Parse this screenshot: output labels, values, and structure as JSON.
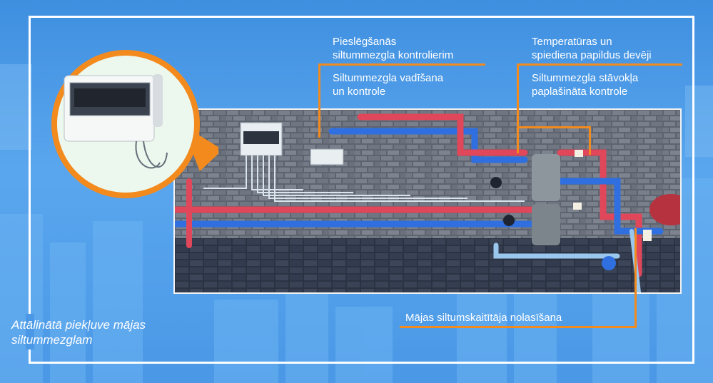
{
  "callouts": {
    "connection": {
      "line1": "Pieslēgšanās",
      "line2": "siltummezgla kontrolierim"
    },
    "control": {
      "line1": "Siltummezgla vadīšana",
      "line2": "un kontrole"
    },
    "sensors": {
      "line1": "Temperatūras un",
      "line2": "spiediena papildus devēji"
    },
    "extended": {
      "line1": "Siltummezgla stāvokļa",
      "line2": "paplašināta kontrole"
    },
    "meter": {
      "line1": "Mājas siltumskaitītāja nolasīšana"
    }
  },
  "caption": {
    "line1": "Attālinātā piekļuve mājas",
    "line2": "siltummezglam"
  },
  "colors": {
    "accent": "#f28a1e",
    "hot_pipe": "#e0475a",
    "cold_pipe": "#2f6fe0",
    "background": "#4a98e6"
  }
}
